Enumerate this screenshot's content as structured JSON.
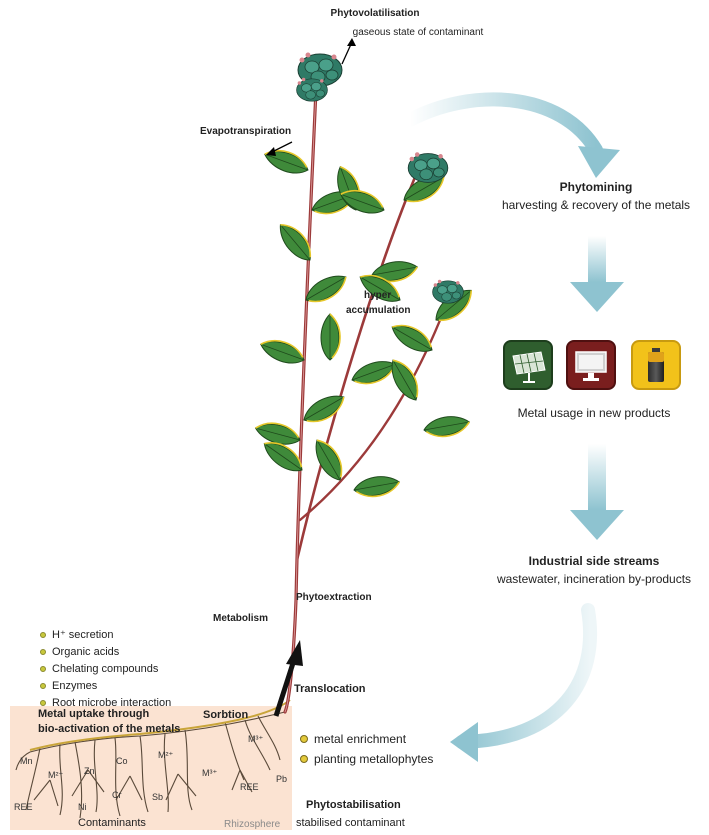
{
  "labels": {
    "phytovolatilisation": "Phytovolatilisation",
    "gaseous_state": "gaseous state of contaminant",
    "evapotranspiration": "Evapotranspiration",
    "phytomining": "Phytomining",
    "harvesting": "harvesting & recovery of the metals",
    "hyper_accumulation_line1": "hyper",
    "hyper_accumulation_line2": "accumulation",
    "metal_usage": "Metal usage in new products",
    "industrial_side_streams": "Industrial side streams",
    "side_stream_detail": "wastewater, incineration by-products",
    "phytoextraction": "Phytoextraction",
    "metabolism": "Metabolism",
    "translocation": "Translocation",
    "sorbtion": "Sorbtion",
    "metal_uptake_line1": "Metal uptake through",
    "metal_uptake_line2": "bio-activation of the metals",
    "phytostabilisation": "Phytostabilisation",
    "stabilised": "stabilised contaminant",
    "rhizosphere": "Rhizosphere",
    "contaminants": "Contaminants"
  },
  "root_factors": [
    "H⁺ secretion",
    "Organic acids",
    "Chelating compounds",
    "Enzymes",
    "Root microbe interaction"
  ],
  "stabilisation_items": [
    "metal enrichment",
    "planting metallophytes"
  ],
  "contaminant_labels": {
    "mn": "Mn",
    "m2_a": "M²⁺",
    "zn": "Zn",
    "co": "Co",
    "m2_b": "M²⁺",
    "m3_a": "M³⁺",
    "m3_b": "M³⁺",
    "ree_a": "REE",
    "ni": "Ni",
    "cr": "Cr",
    "sb": "Sb",
    "ree_b": "REE",
    "pb": "Pb"
  },
  "product_icons": [
    "solar-panel-icon",
    "monitor-icon",
    "battery-icon"
  ],
  "colors": {
    "rhizosphere_fill": "#fbe3d2",
    "flow_arrow": "#8ec3d0",
    "stem": "#9c3a3a",
    "leaf": "#3f8a3a",
    "icon_green": "#2f5e2e",
    "icon_red": "#7a1e1e",
    "icon_yellow": "#f2c21a"
  }
}
